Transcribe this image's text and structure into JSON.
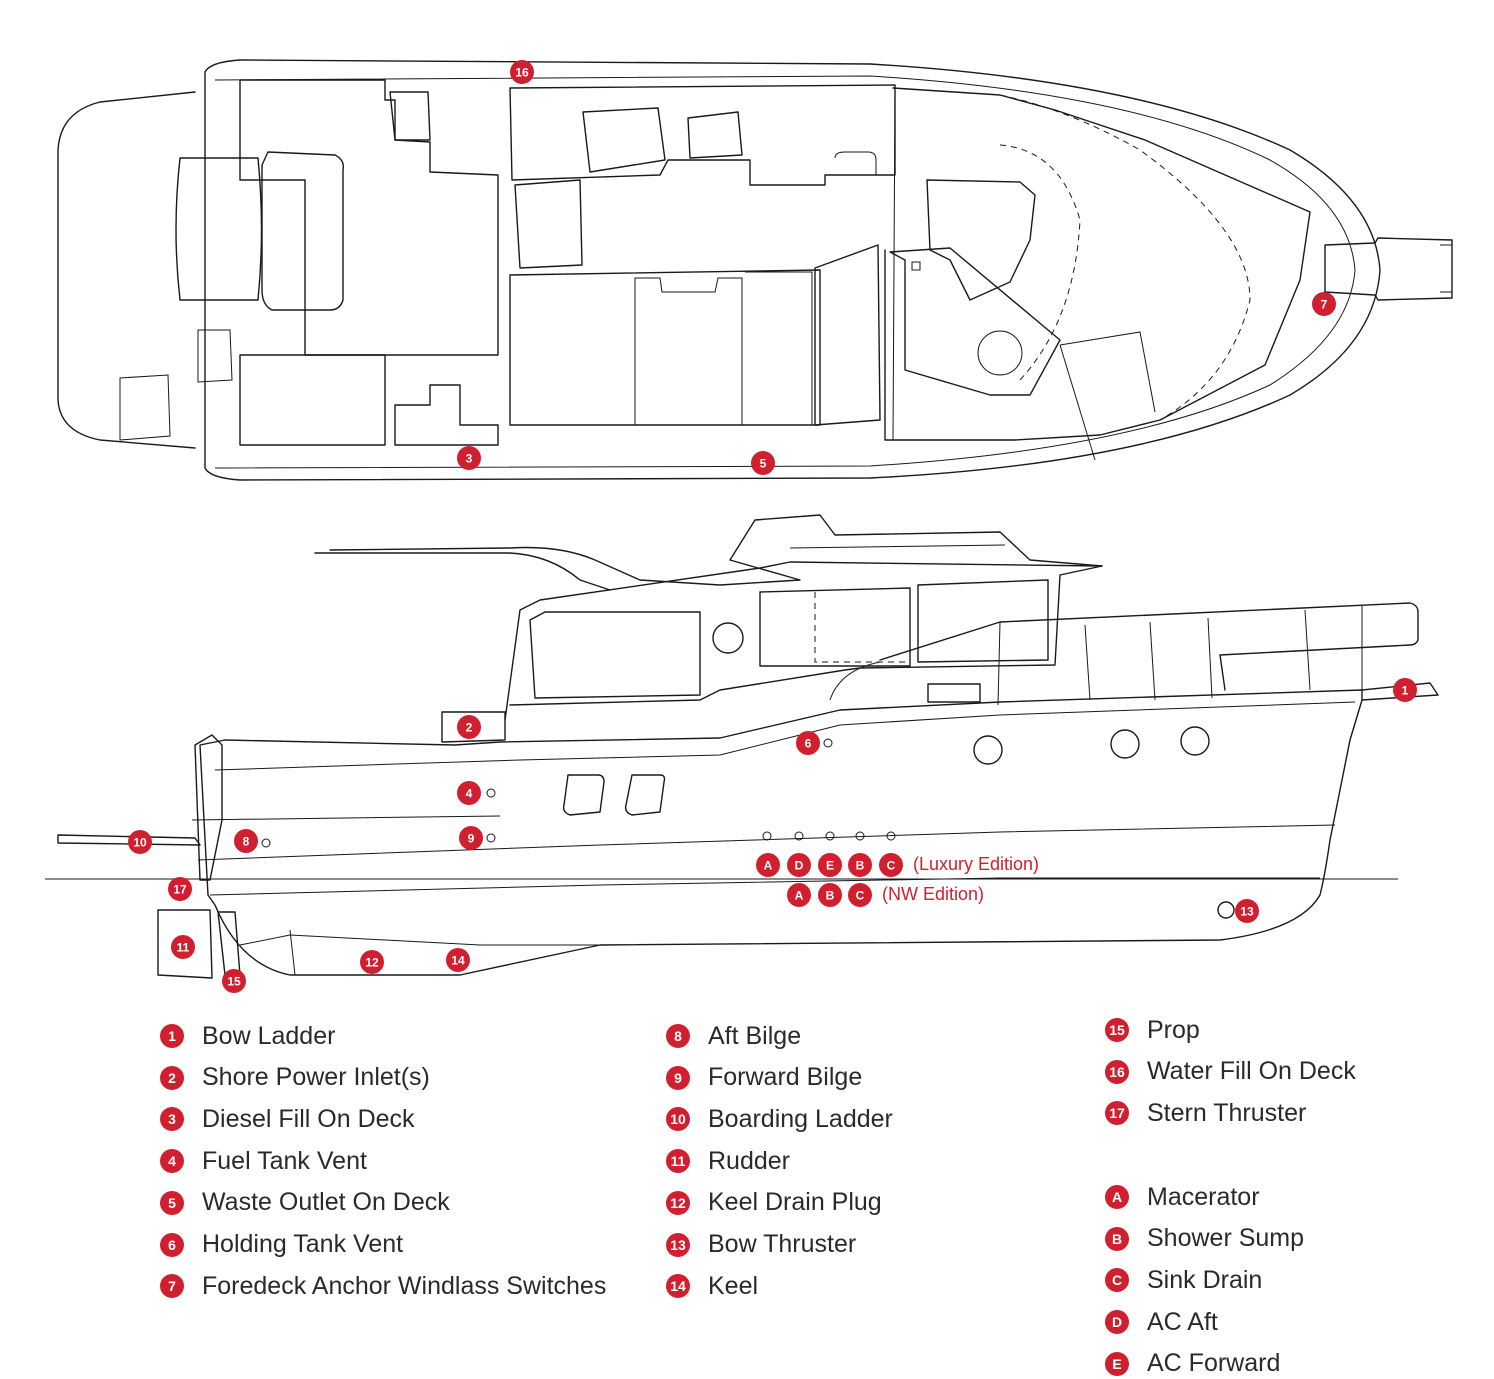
{
  "colors": {
    "accent": "#d01f2e",
    "line": "#1a1a1a"
  },
  "markers": {
    "top_view": [
      "16",
      "3",
      "5",
      "7"
    ],
    "side_view": [
      "1",
      "2",
      "6",
      "4",
      "9",
      "8",
      "10",
      "17",
      "11",
      "15",
      "12",
      "14",
      "13"
    ],
    "luxury_row": [
      "A",
      "D",
      "E",
      "B",
      "C"
    ],
    "nw_row": [
      "A",
      "B",
      "C"
    ]
  },
  "editions": {
    "luxury": "(Luxury Edition)",
    "nw": "(NW Edition)"
  },
  "legend": {
    "col1": [
      {
        "key": "1",
        "label": "Bow Ladder"
      },
      {
        "key": "2",
        "label": "Shore Power Inlet(s)"
      },
      {
        "key": "3",
        "label": "Diesel Fill On Deck"
      },
      {
        "key": "4",
        "label": "Fuel Tank Vent"
      },
      {
        "key": "5",
        "label": "Waste Outlet On Deck"
      },
      {
        "key": "6",
        "label": "Holding Tank Vent"
      },
      {
        "key": "7",
        "label": "Foredeck Anchor Windlass Switches"
      }
    ],
    "col2": [
      {
        "key": "8",
        "label": "Aft Bilge"
      },
      {
        "key": "9",
        "label": "Forward Bilge"
      },
      {
        "key": "10",
        "label": "Boarding Ladder"
      },
      {
        "key": "11",
        "label": "Rudder"
      },
      {
        "key": "12",
        "label": "Keel Drain Plug"
      },
      {
        "key": "13",
        "label": "Bow Thruster"
      },
      {
        "key": "14",
        "label": "Keel"
      }
    ],
    "col3": [
      {
        "key": "15",
        "label": "Prop"
      },
      {
        "key": "16",
        "label": "Water Fill On Deck"
      },
      {
        "key": "17",
        "label": "Stern Thruster"
      }
    ],
    "col4": [
      {
        "key": "A",
        "label": "Macerator"
      },
      {
        "key": "B",
        "label": "Shower Sump"
      },
      {
        "key": "C",
        "label": "Sink Drain"
      },
      {
        "key": "D",
        "label": "AC Aft"
      },
      {
        "key": "E",
        "label": "AC Forward"
      }
    ]
  }
}
